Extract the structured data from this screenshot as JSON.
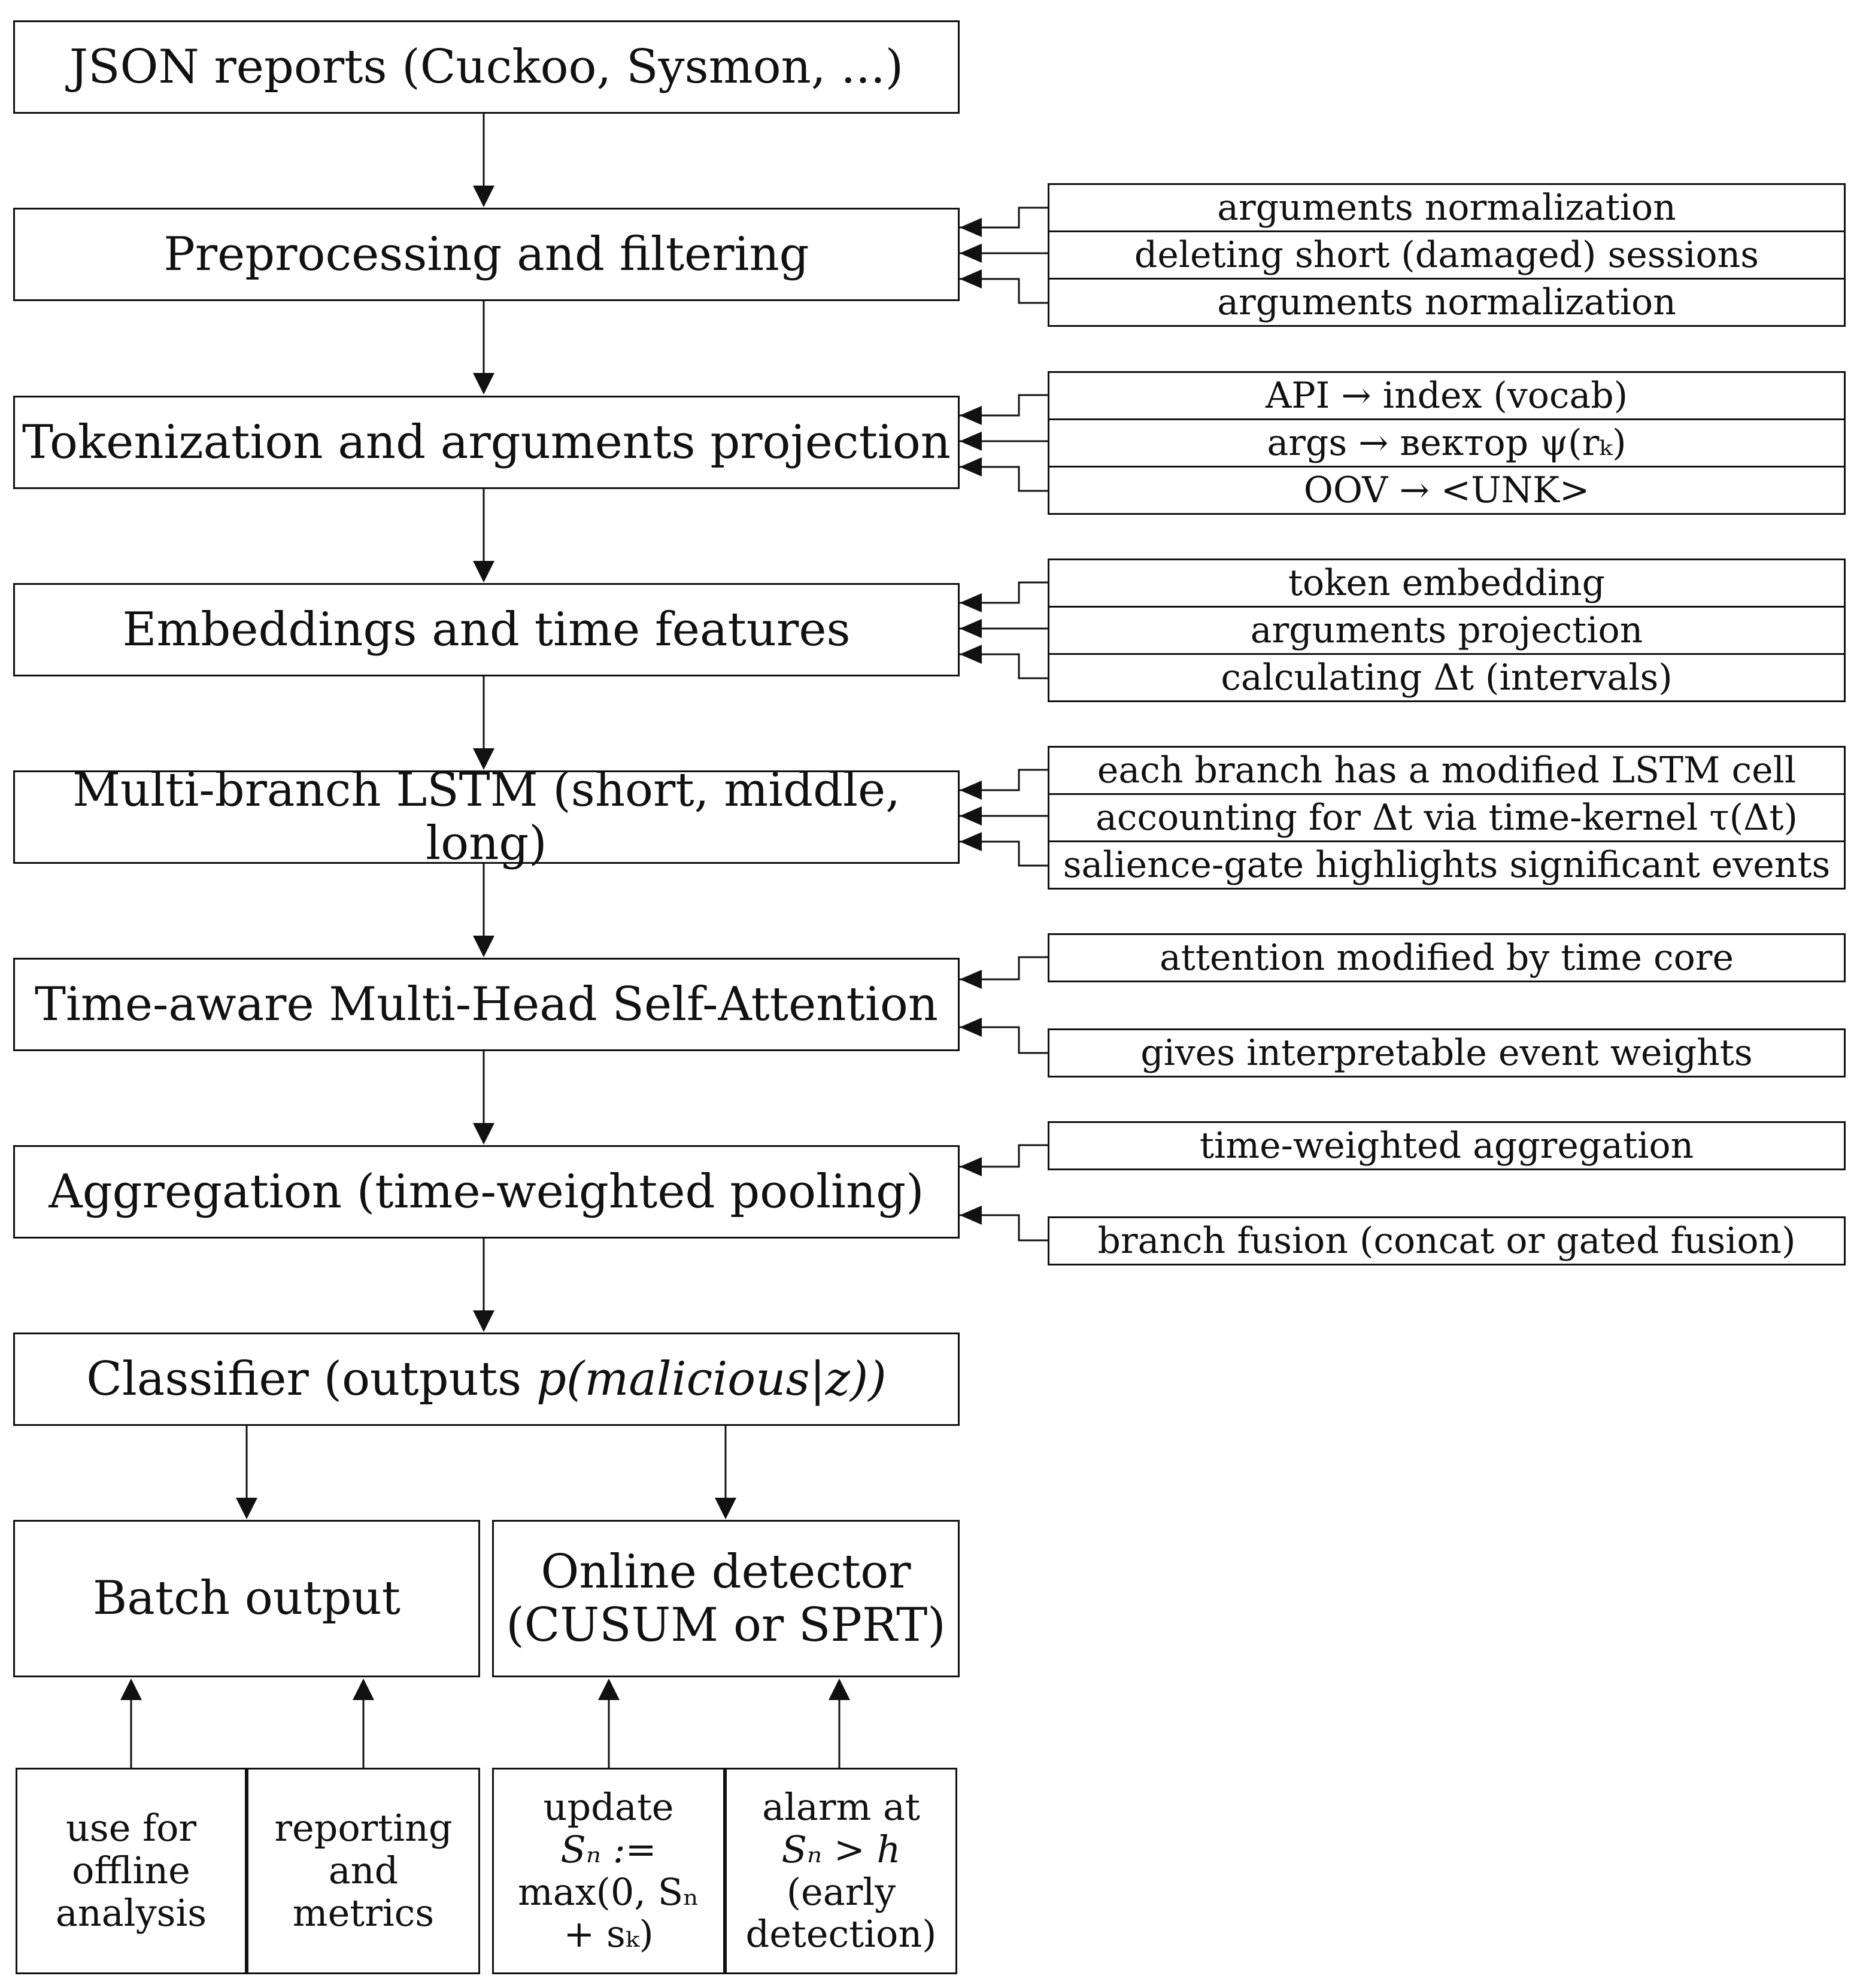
{
  "pipeline": [
    {
      "label": "JSON reports (Cuckoo, Sysmon, ...)"
    },
    {
      "label": "Preprocessing and filtering"
    },
    {
      "label": "Tokenization and arguments projection"
    },
    {
      "label": "Embeddings and time features"
    },
    {
      "label": "Multi-branch LSTM (short, middle, long)"
    },
    {
      "label": "Time-aware Multi-Head Self-Attention"
    },
    {
      "label": "Aggregation (time-weighted pooling)"
    },
    {
      "label": "Classifier (outputs",
      "label_math": "p(malicious|z))"
    }
  ],
  "side_notes": {
    "preprocessing": [
      "arguments normalization",
      "deleting short (damaged) sessions",
      "arguments normalization"
    ],
    "tokenization": [
      "API → index (vocab)",
      "args → вектор ψ(rₖ)",
      "OOV → <UNK>"
    ],
    "embeddings": [
      "token embedding",
      "arguments projection",
      "calculating Δt (intervals)"
    ],
    "lstm": [
      "each branch has a modified LSTM cell",
      "accounting for Δt via time-kernel τ(Δt)",
      "salience-gate highlights significant events"
    ],
    "attention": [
      "attention modified by time core",
      "gives interpretable event weights"
    ],
    "aggregation": [
      "time-weighted aggregation",
      "branch fusion (concat or gated fusion)"
    ]
  },
  "outputs": {
    "batch": {
      "label": "Batch output"
    },
    "online": {
      "line1": "Online detector",
      "line2": "(CUSUM or SPRT)"
    }
  },
  "bottom": {
    "offline": {
      "l1": "use for",
      "l2": "offline",
      "l3": "analysis"
    },
    "reporting": {
      "l1": "reporting",
      "l2": "and",
      "l3": "metrics"
    },
    "update": {
      "l1": "update",
      "l2": "Sₙ :=",
      "l3": "max(0, Sₙ",
      "l4": "+ sₖ)"
    },
    "alarm": {
      "l1": "alarm at",
      "l2": "Sₙ > h",
      "l3": "(early",
      "l4": "detection)"
    }
  }
}
